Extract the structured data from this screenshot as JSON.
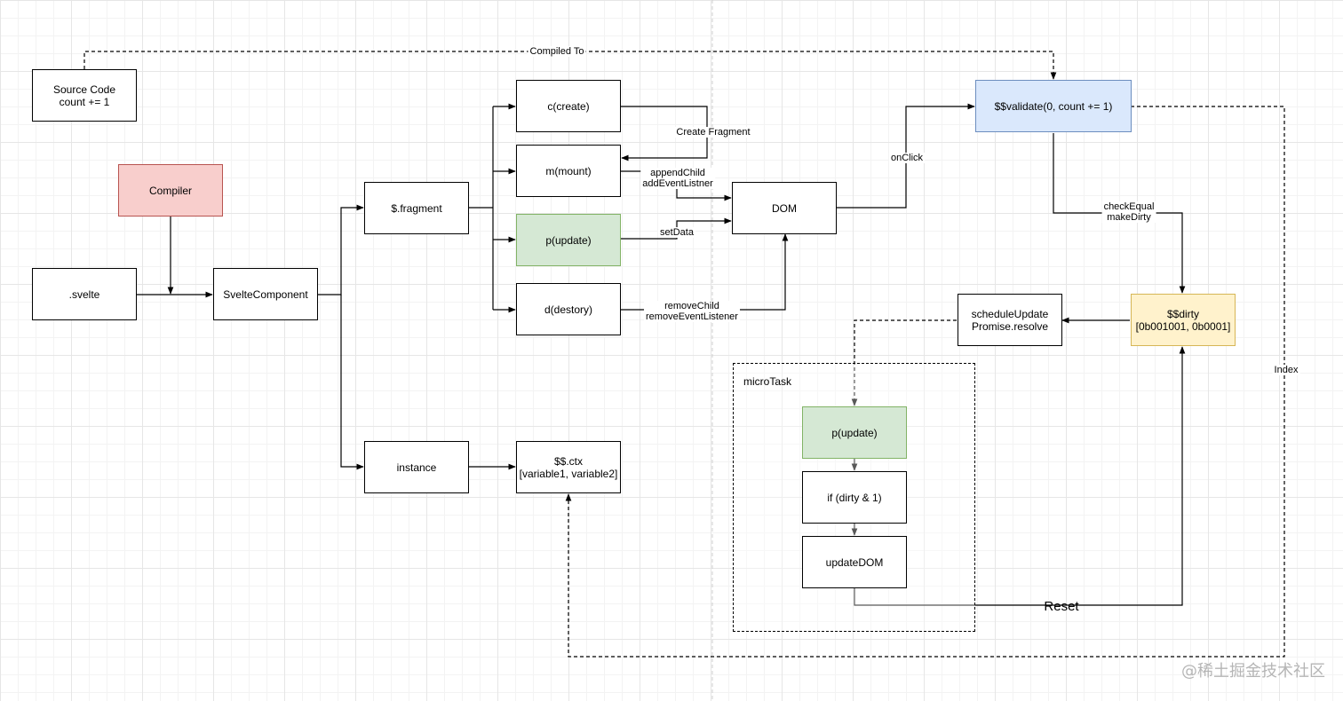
{
  "nodes": {
    "source": "Source Code\ncount += 1",
    "compiler": "Compiler",
    "svelte": ".svelte",
    "svelte_component": "SvelteComponent",
    "fragment": "$.fragment",
    "instance": "instance",
    "create": "c(create)",
    "mount": "m(mount)",
    "update": "p(update)",
    "destroy": "d(destory)",
    "ctx": "$$.ctx\n[variable1, variable2]",
    "dom": "DOM",
    "validate": "$$validate(0, count += 1)",
    "dirty": "$$dirty\n[0b001001, 0b0001]",
    "schedule": "scheduleUpdate\nPromise.resolve",
    "micro_update": "p(update)",
    "if_dirty": "if (dirty & 1)",
    "update_dom": "updateDOM"
  },
  "group": {
    "microtask": "microTask"
  },
  "edge_labels": {
    "compiled_to": "Compiled To",
    "create_fragment": "Create Fragment",
    "append_child": "appendChild\naddEventListner",
    "set_data": "setData",
    "remove_child": "removeChild\nremoveEventListener",
    "on_click": "onClick",
    "check_equal": "checkEqual\nmakeDirty",
    "index": "Index",
    "reset": "Reset"
  },
  "colors": {
    "red_fill": "#f8cecc",
    "red_stroke": "#b85450",
    "green_fill": "#d5e8d4",
    "green_stroke": "#82b366",
    "blue_fill": "#dae8fc",
    "blue_stroke": "#6c8ebf",
    "yellow_fill": "#fff2cc",
    "yellow_stroke": "#d6b656"
  },
  "watermark": "@稀土掘金技术社区"
}
